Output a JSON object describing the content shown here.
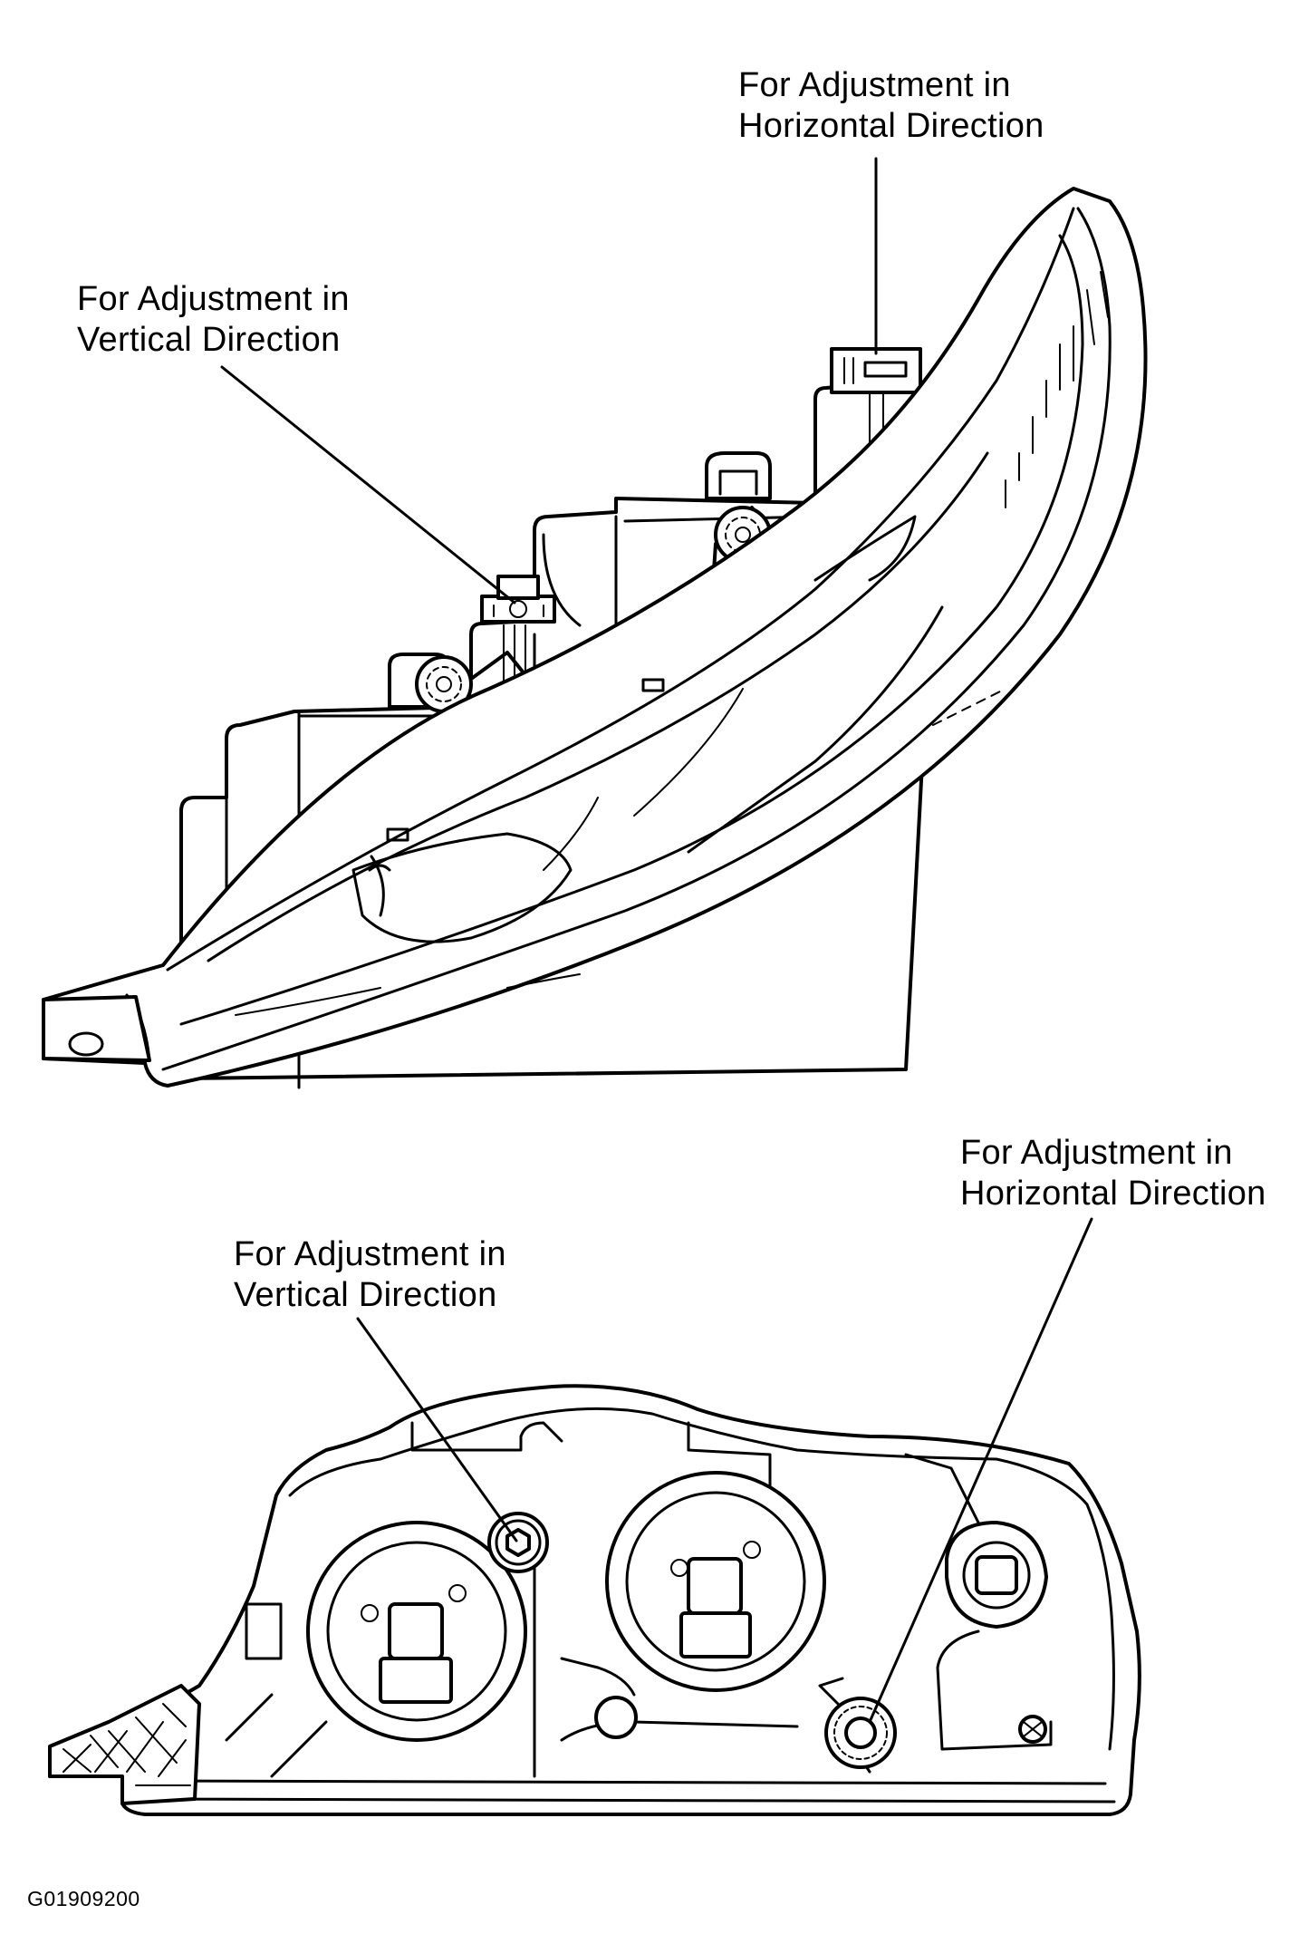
{
  "labels": {
    "top_horizontal": {
      "line1": "For Adjustment in",
      "line2": "Horizontal Direction"
    },
    "top_vertical": {
      "line1": "For Adjustment in",
      "line2": "Vertical Direction"
    },
    "bottom_horizontal": {
      "line1": "For Adjustment in",
      "line2": "Horizontal Direction"
    },
    "bottom_vertical": {
      "line1": "For Adjustment in",
      "line2": "Vertical Direction"
    }
  },
  "figure_code": "G01909200"
}
